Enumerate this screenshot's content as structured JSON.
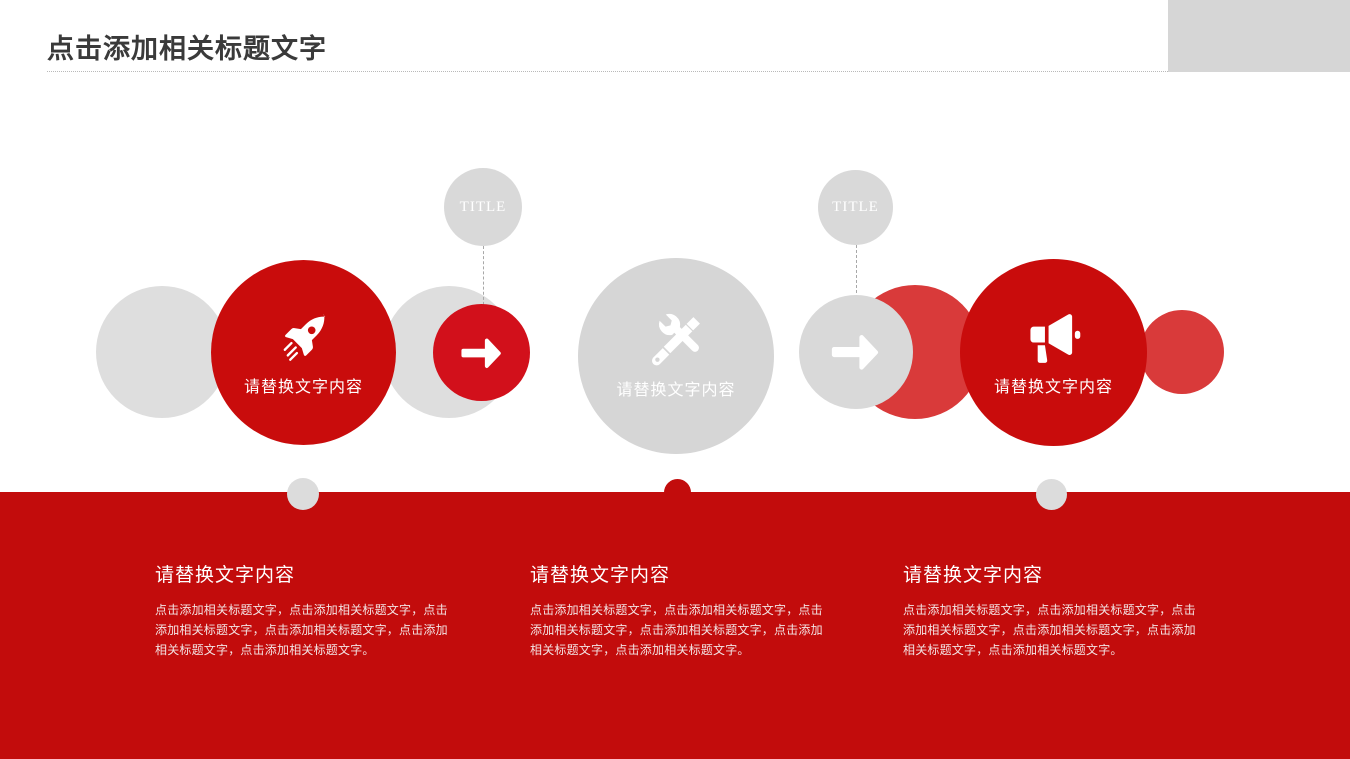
{
  "header": {
    "title": "点击添加相关标题文字",
    "gray_block": "decorative-block",
    "rule": "dotted-divider"
  },
  "diagram": {
    "title_bubbles": [
      {
        "label": "TITLE"
      },
      {
        "label": "TITLE"
      }
    ],
    "nodes": [
      {
        "icon": "rocket-icon",
        "caption": "请替换文字内容",
        "color": "#c90c0c"
      },
      {
        "icon": "tools-icon",
        "caption": "请替换文字内容",
        "color": "#d6d6d6"
      },
      {
        "icon": "megaphone-icon",
        "caption": "请替换文字内容",
        "color": "#c90c0c"
      }
    ],
    "connectors": [
      {
        "icon": "arrow-right-icon",
        "color": "#d2101b"
      },
      {
        "icon": "arrow-right-icon",
        "color": "#d9d9d9"
      }
    ]
  },
  "bottom": {
    "columns": [
      {
        "heading": "请替换文字内容",
        "body": "点击添加相关标题文字，点击添加相关标题文字，点击添加相关标题文字，点击添加相关标题文字，点击添加相关标题文字，点击添加相关标题文字。"
      },
      {
        "heading": "请替换文字内容",
        "body": "点击添加相关标题文字，点击添加相关标题文字，点击添加相关标题文字，点击添加相关标题文字，点击添加相关标题文字，点击添加相关标题文字。"
      },
      {
        "heading": "请替换文字内容",
        "body": "点击添加相关标题文字，点击添加相关标题文字，点击添加相关标题文字，点击添加相关标题文字，点击添加相关标题文字，点击添加相关标题文字。"
      }
    ]
  },
  "colors": {
    "primary_red": "#c20c0c",
    "accent_red": "#d2101b",
    "light_red": "#d93a3a",
    "gray": "#d6d6d6",
    "light_gray": "#dedede",
    "title_text": "#3a3a3a"
  }
}
